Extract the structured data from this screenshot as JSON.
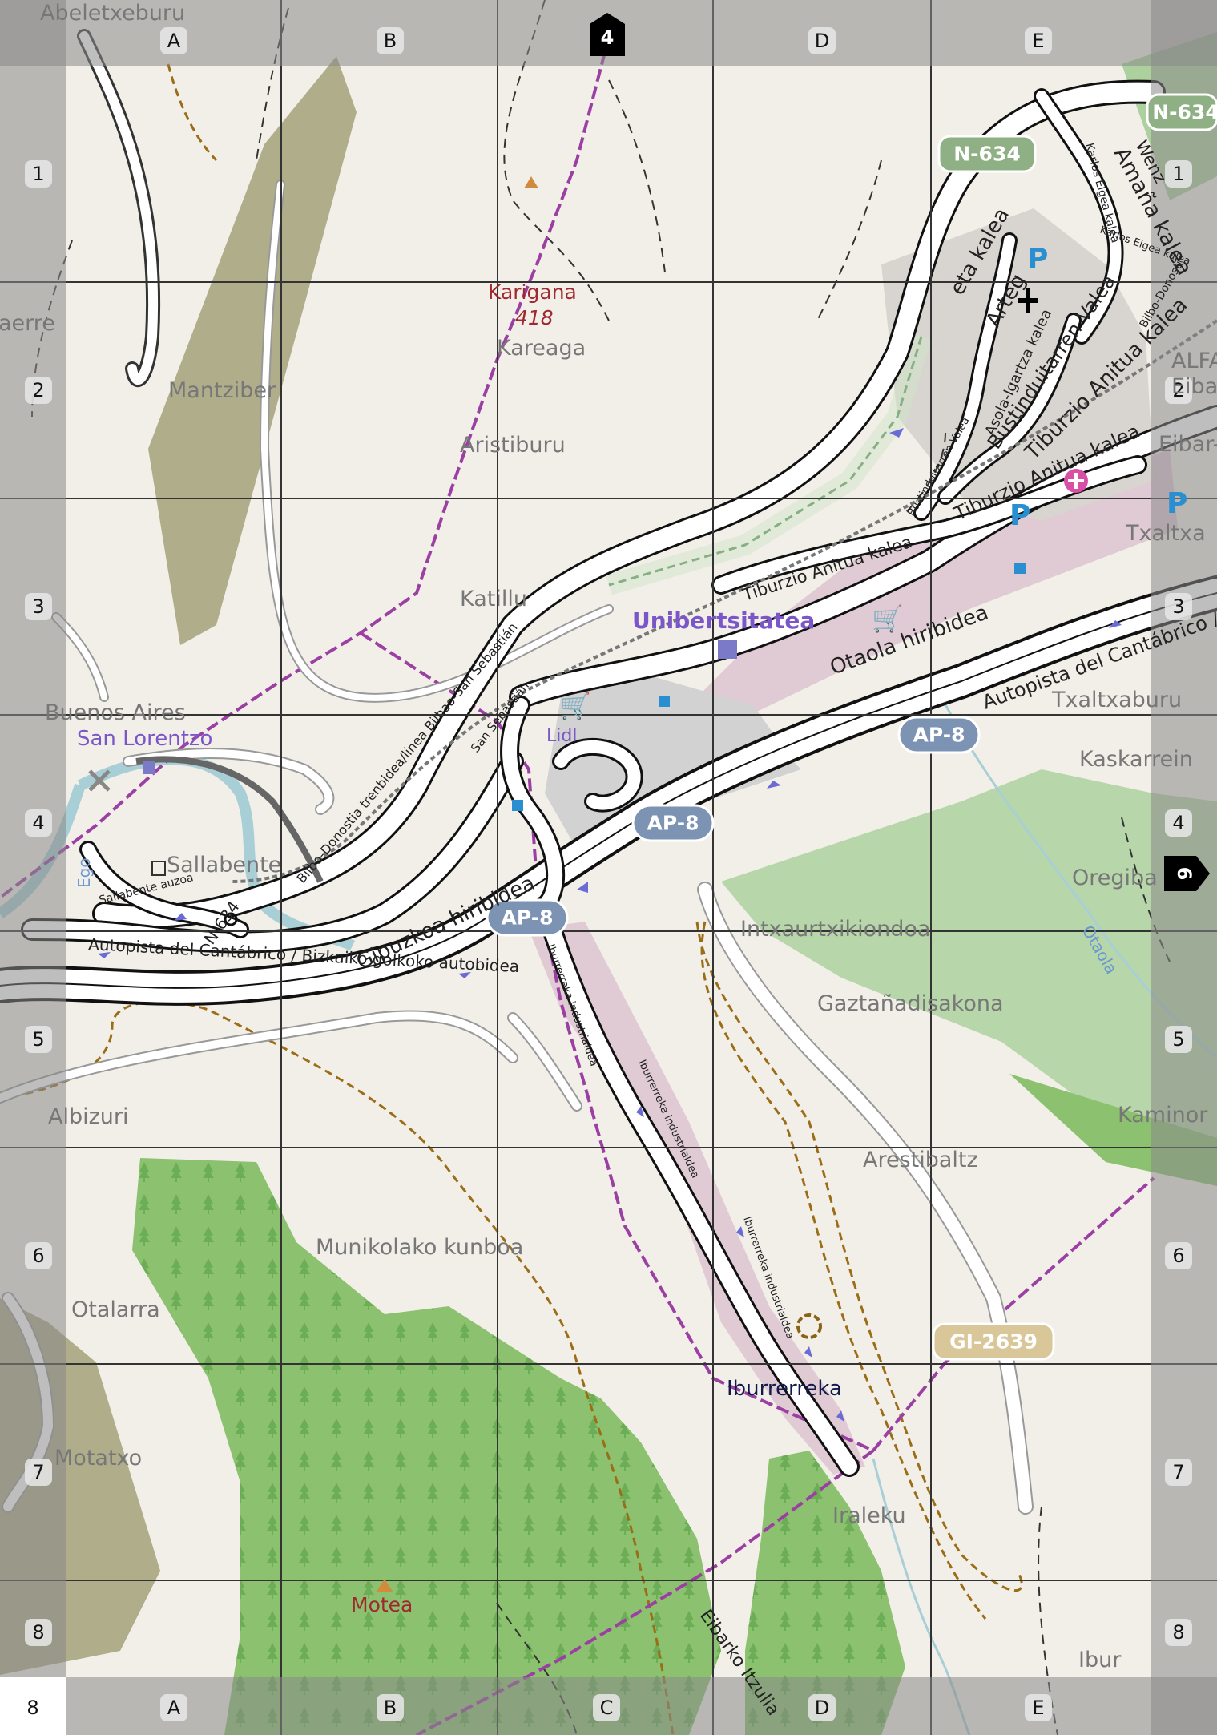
{
  "grid": {
    "columns": [
      "A",
      "B",
      "C",
      "D",
      "E"
    ],
    "rows": [
      "1",
      "2",
      "3",
      "4",
      "5",
      "6",
      "7",
      "8"
    ],
    "corner_label": "8",
    "adjacent_pages": {
      "top": "4",
      "right": "6"
    }
  },
  "places": [
    "Abeletxeburu",
    "aerre",
    "Mantziber",
    "Kareaga",
    "Aristiburu",
    "Katillu",
    "Buenos Aires",
    "Sallabente",
    "Txaltxaburu",
    "Kaskarrein",
    "Oregiba",
    "Intxaurtxikiondoa",
    "Gaztañadisakona",
    "Albizuri",
    "Arestibaltz",
    "Kaminor",
    "Munikolako kunboa",
    "Otalarra",
    "Motatxo",
    "Iraleku",
    "Ibur",
    "Txaltxa",
    "ALFA",
    "Eiba",
    "Eibar-"
  ],
  "peaks": [
    {
      "name": "Karigana",
      "elevation": "418"
    },
    {
      "name": "Motea"
    }
  ],
  "pois": {
    "station": "Unibertsitatea",
    "chapel": "San Lorentzo",
    "shop": "Lidl",
    "hamlet": "Iburrerreka"
  },
  "streets": [
    "Tiburzio Anitua kalea",
    "Bustinduitarren Valea",
    "Asola-Igartza kalea",
    "Arteg",
    "Karlos Elgea kalea",
    "Amaña kalea",
    "Otaola hiribidea",
    "Gipuzkoa hiribidea",
    "Sallabente auzoa",
    "Autopista del Cantábrico / Bizkaiko golkoko autobidea",
    "Autopista del Cantábrico /",
    "Bilbo-Donostia trenbidea/línea Bilbao-San Sebastián",
    "Iburrerreka industrialdea",
    "Eibarko Itzulia",
    "Otaola",
    "Ego",
    "Bilbo-Donosti",
    "San Sebastián",
    "eta kalea",
    "Wenz",
    "N-634"
  ],
  "road_refs": {
    "motorway": "AP-8",
    "national": "N-634",
    "regional": "GI-2639"
  },
  "colors": {
    "background": "#f2efe9",
    "forest": "#8cc16f",
    "scrub": "#a8a57f",
    "meadow": "#add19e",
    "retail": "#e0cbd4",
    "industrial": "#d2d2d2",
    "water": "#a9cfd6",
    "boundary": "#9b3fa3",
    "motorway_shield": "#7c93b3",
    "national_shield": "#8fb085",
    "regional_shield": "#d9c79a"
  }
}
